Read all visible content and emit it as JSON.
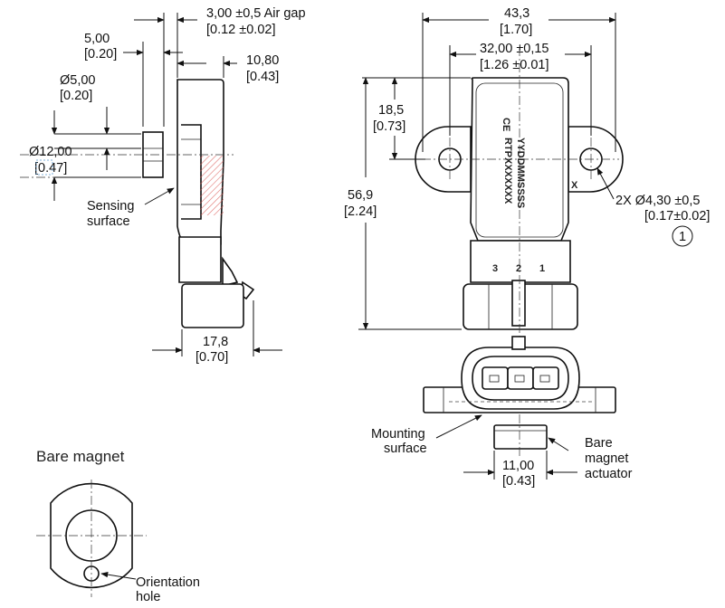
{
  "side_view": {
    "air_gap": {
      "value": "3,00 ±0,5 Air gap",
      "inch": "[0.12 ±0.02]"
    },
    "magnet_thickness": {
      "value": "5,00",
      "inch": "[0.20]"
    },
    "depth": {
      "value": "10,80",
      "inch": "[0.43]"
    },
    "inner_diameter": {
      "value": "Ø5,00",
      "inch": "[0.20]"
    },
    "outer_diameter": {
      "value": "Ø12,00",
      "inch": "[0.47]"
    },
    "sensing_surface": {
      "line1": "Sensing",
      "line2": "surface"
    },
    "bottom_width": {
      "value": "17,8",
      "inch": "[0.70]"
    }
  },
  "front_view": {
    "overall_width": {
      "value": "43,3",
      "inch": "[1.70]"
    },
    "hole_spacing": {
      "value": "32,00 ±0,15",
      "inch": "[1.26 ±0.01]"
    },
    "hole_height": {
      "value": "18,5",
      "inch": "[0.73]"
    },
    "overall_height": {
      "value": "56,9",
      "inch": "[2.24]"
    },
    "holes": {
      "value": "2X Ø4,30 ±0,5",
      "inch": "[0.17±0.02]"
    },
    "note_number": "1",
    "marking": {
      "ce": "CE",
      "line1": "YYDDMMSSSS",
      "line2": "RTPXXXXXXX",
      "x_mark": "X"
    },
    "pins": [
      "3",
      "2",
      "1"
    ]
  },
  "bottom_view": {
    "mounting_surface": {
      "line1": "Mounting",
      "line2": "surface"
    },
    "actuator": {
      "line1": "Bare",
      "line2": "magnet",
      "line3": "actuator"
    },
    "magnet_width": {
      "value": "11,00",
      "inch": "[0.43]"
    }
  },
  "bare_magnet": {
    "title": "Bare magnet",
    "orientation_hole": {
      "line1": "Orientation",
      "line2": "hole"
    }
  },
  "colors": {
    "line": "#111111",
    "highlight": "#d9534f",
    "highlight_dashed": "#5a9bd4"
  }
}
